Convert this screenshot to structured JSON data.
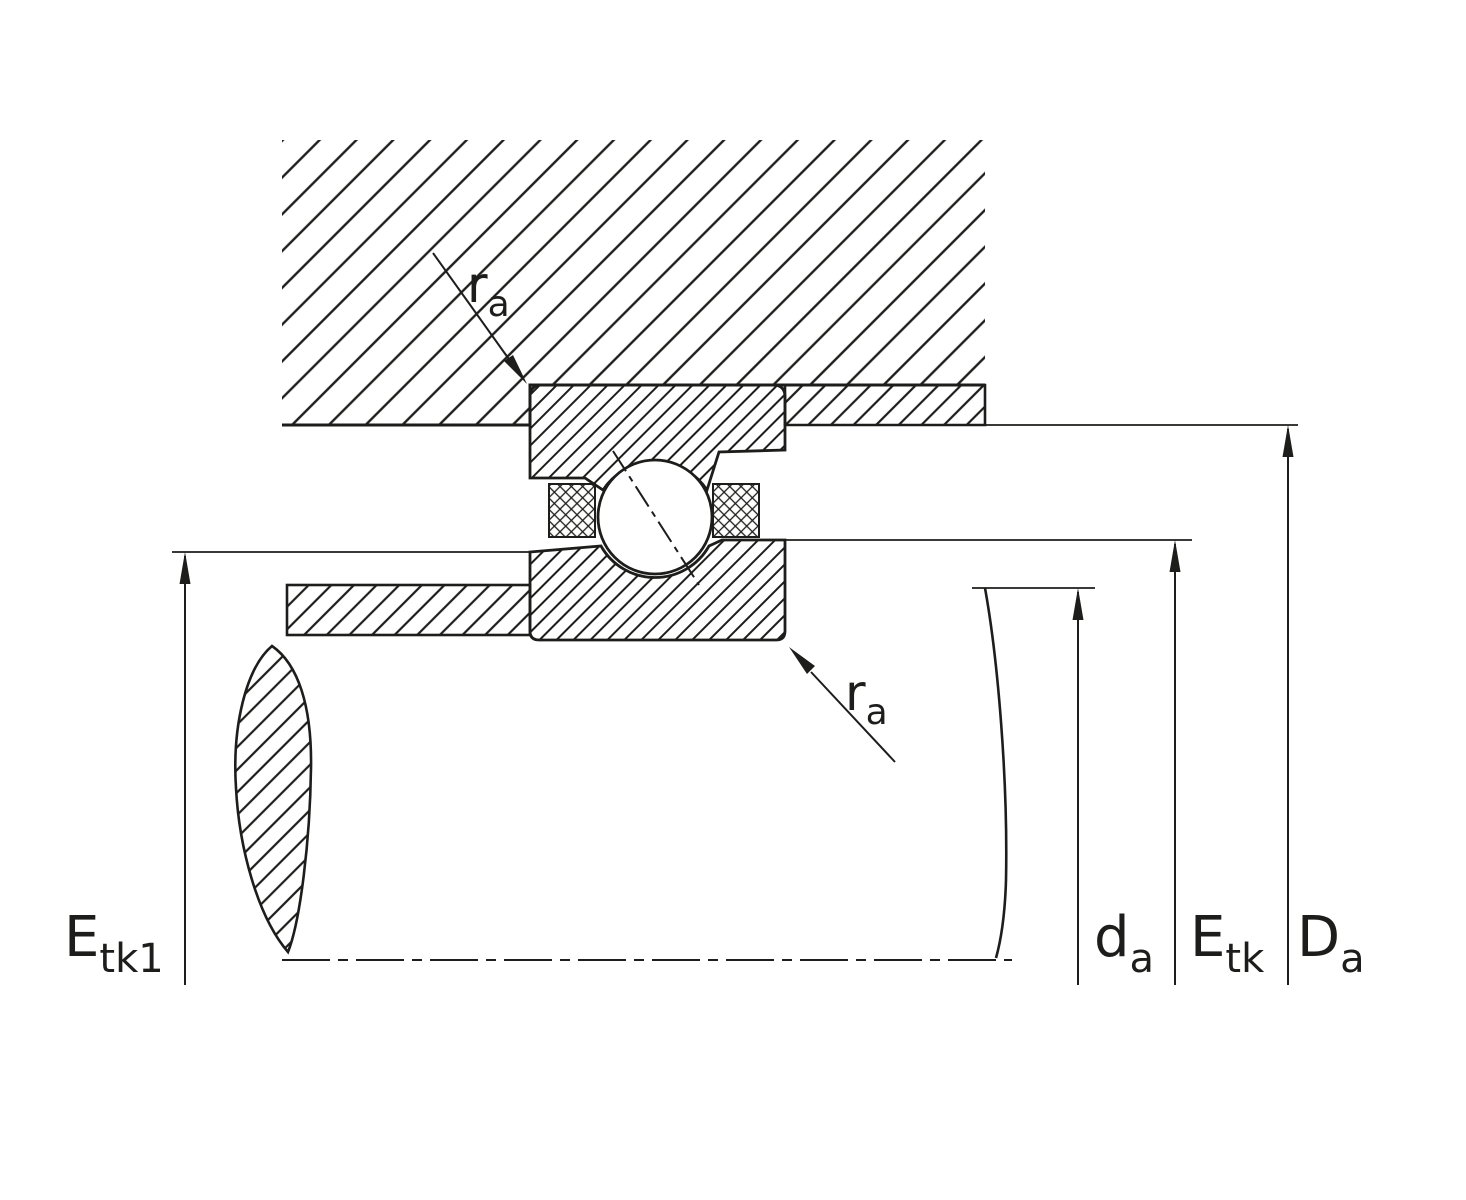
{
  "figure": {
    "background": "#ffffff",
    "line_color": "#1d1d1b"
  },
  "labels": {
    "ra_top": {
      "base": "r",
      "sub": "a"
    },
    "ra_bottom": {
      "base": "r",
      "sub": "a"
    },
    "etk1": {
      "base": "E",
      "sub": "tk1"
    },
    "da": {
      "base": "d",
      "sub": "a"
    },
    "etk": {
      "base": "E",
      "sub": "tk"
    },
    "Da": {
      "base": "D",
      "sub": "a"
    }
  }
}
